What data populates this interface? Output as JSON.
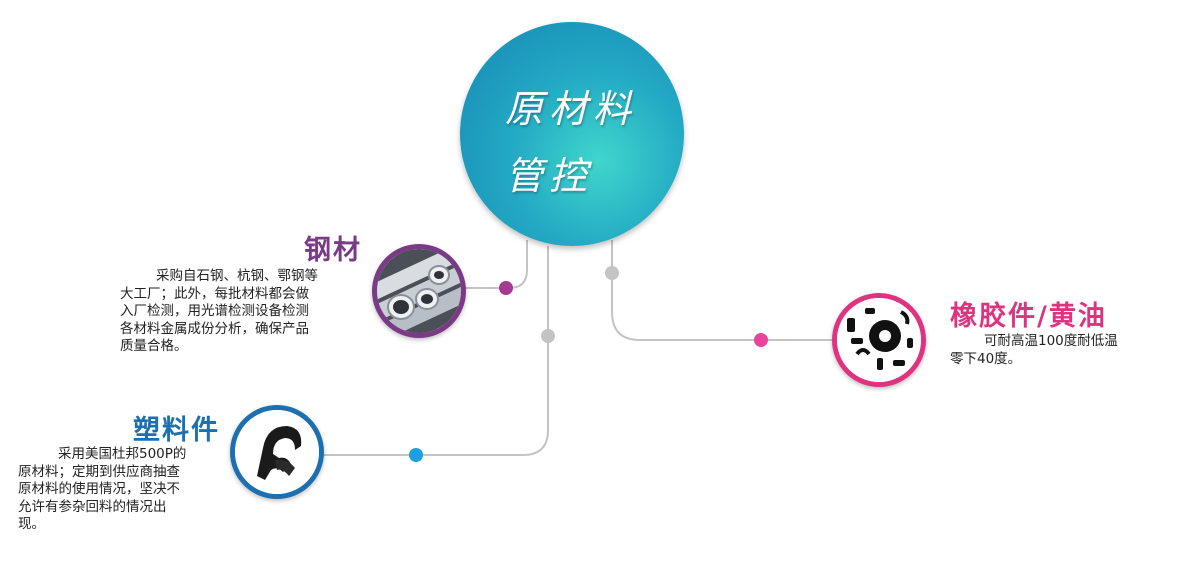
{
  "center": {
    "line1": "原材料",
    "line2": "管控"
  },
  "colors": {
    "steel": "#7a3a86",
    "plastic": "#1c6fb0",
    "rubber": "#e0337f",
    "connector": "#c4c4c4",
    "dot_steel": "#a43a93",
    "dot_plastic": "#1ca0e2",
    "dot_rubber": "#e8449c"
  },
  "steel": {
    "title": "钢材",
    "desc": [
      "采购自石钢、杭钢、鄂钢等",
      "大工厂；此外，每批材料都会做",
      "入厂检测，用光谱检测设备检测",
      "各材料金属成份分析，确保产品",
      "质量合格。"
    ],
    "icon": "steel-pipes"
  },
  "plastic": {
    "title": "塑料件",
    "desc": [
      "采用美国杜邦500P的",
      "原材料；定期到供应商抽查",
      "原材料的使用情况，坚决不",
      "允许有参杂回料的情况出",
      "现。"
    ],
    "icon": "plastic-part"
  },
  "rubber": {
    "title": "橡胶件/黄油",
    "desc": [
      "可耐高温100度耐低温",
      "零下40度。"
    ],
    "icon": "rubber-parts"
  }
}
